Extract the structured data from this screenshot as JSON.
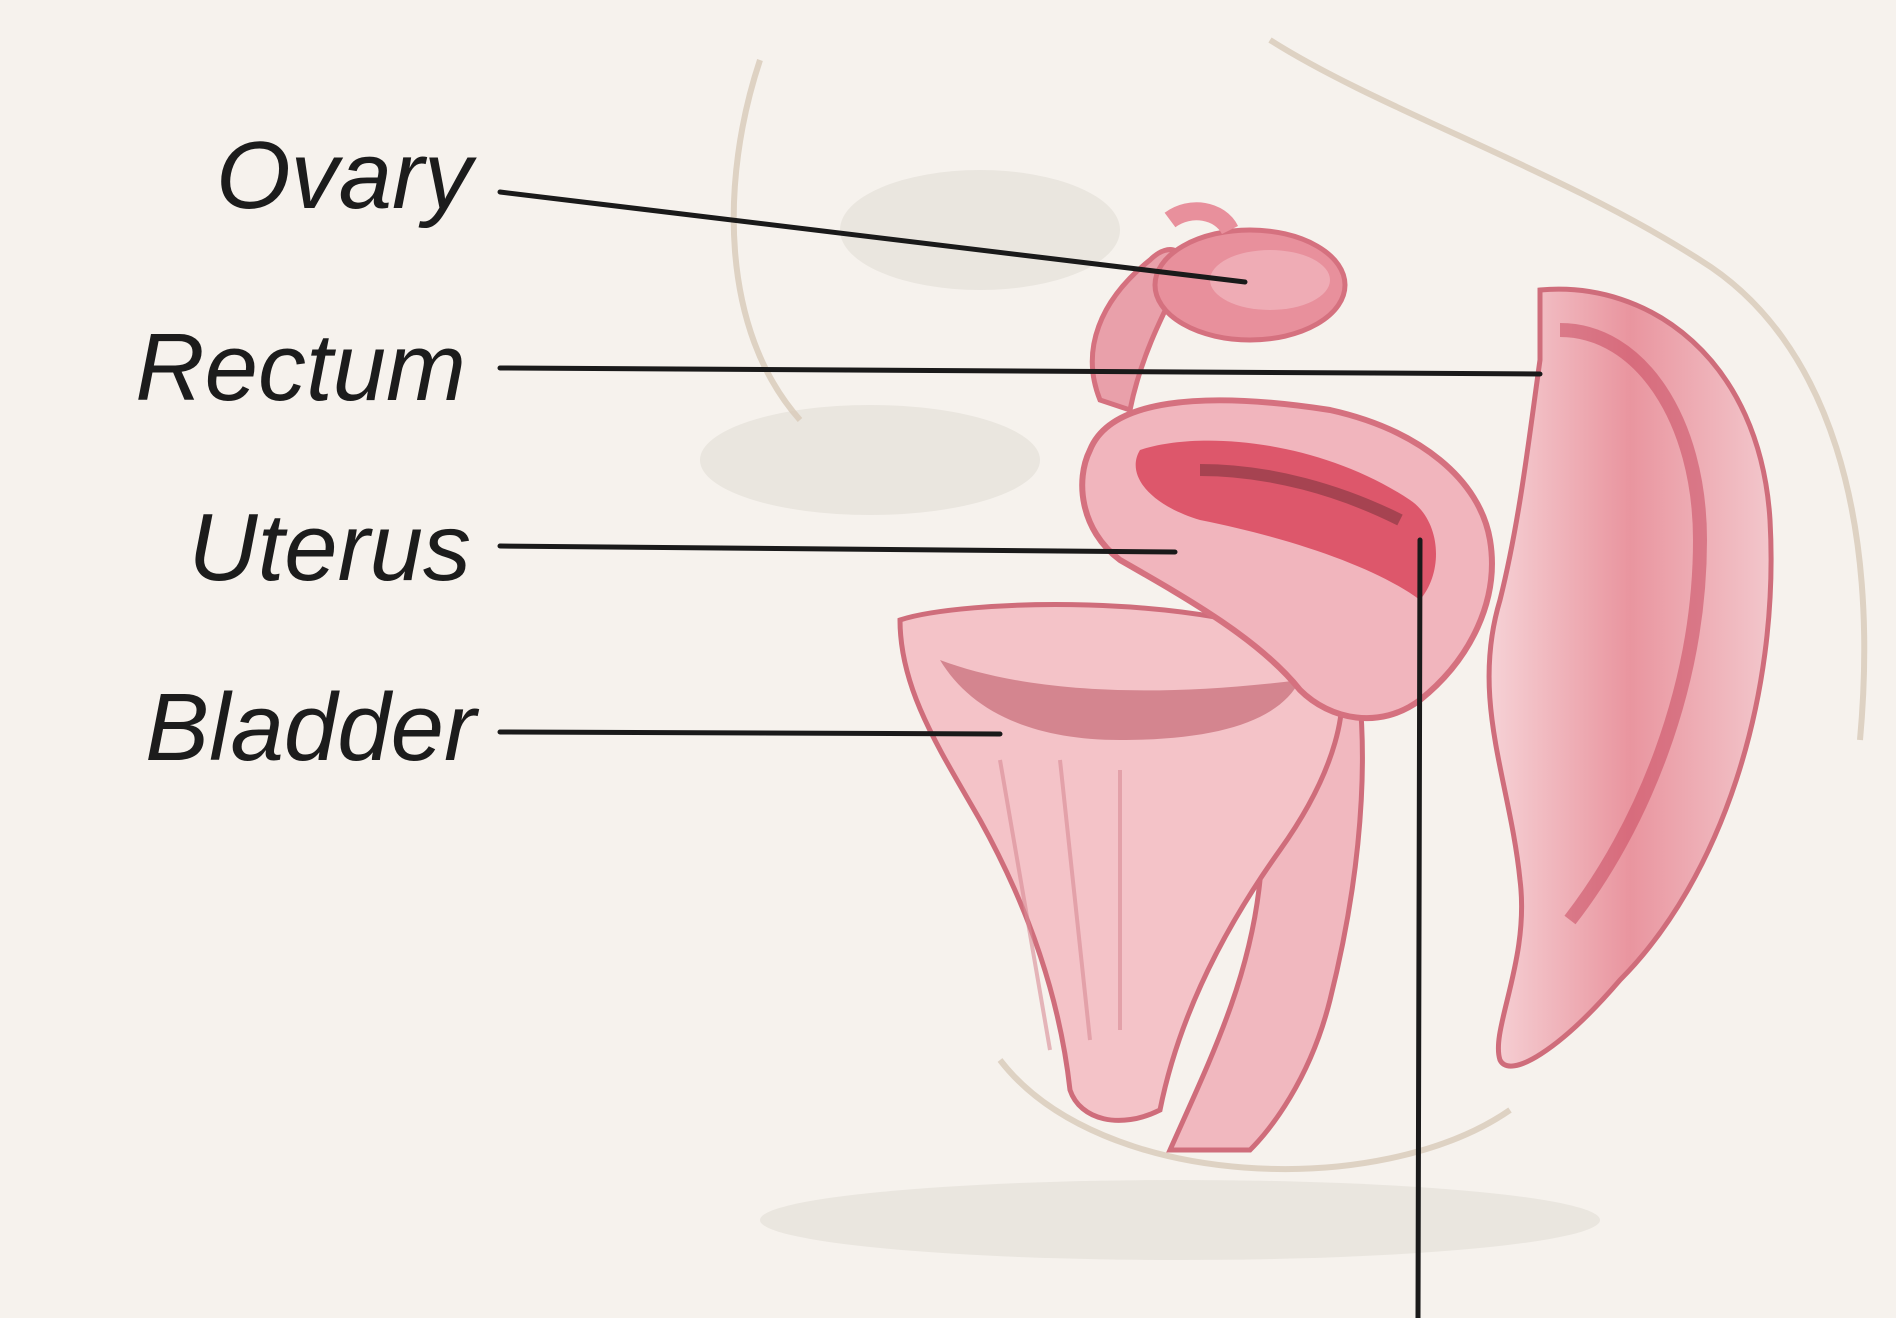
{
  "labels": {
    "ovary": "Ovary",
    "rectum": "Rectum",
    "uterus": "Uterus",
    "bladder": "Bladder"
  },
  "colors": {
    "background": "#f6f2ed",
    "tissue_light": "#f4c6cb",
    "tissue_mid": "#e8909c",
    "tissue_dark": "#d9475d",
    "leader_line": "#1a1a1a"
  }
}
